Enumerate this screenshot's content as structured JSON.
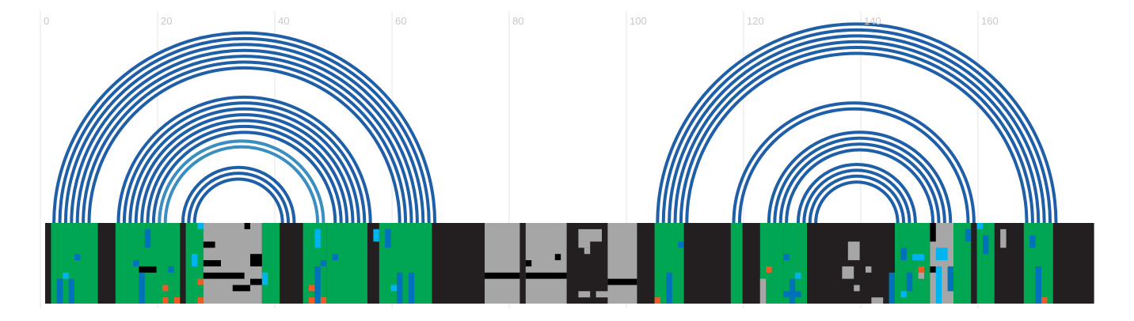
{
  "chart_data": {
    "type": "arc-diagram",
    "title": "",
    "xlabel": "",
    "ylabel": "",
    "xlim": [
      0,
      179
    ],
    "x_ticks": [
      0,
      20,
      40,
      60,
      80,
      100,
      120,
      140,
      160
    ],
    "x_tick_labels": [
      "0",
      "20",
      "40",
      "60",
      "80",
      "100",
      "120",
      "140",
      "160"
    ],
    "grid": true,
    "colors": {
      "arc_primary": "#1f5fa8",
      "arc_secondary": "#3a8fc0",
      "track_black": "#231f20",
      "green": "#00a651",
      "gray": "#a6a6a6",
      "blue": "#0072bc",
      "cyan": "#00b4f0",
      "orange": "#f15a24"
    },
    "arcs": [
      {
        "start": 1,
        "end": 66,
        "series": "primary"
      },
      {
        "start": 2,
        "end": 65,
        "series": "primary"
      },
      {
        "start": 3,
        "end": 64,
        "series": "primary"
      },
      {
        "start": 4,
        "end": 63,
        "series": "primary"
      },
      {
        "start": 5,
        "end": 62,
        "series": "primary"
      },
      {
        "start": 6,
        "end": 61,
        "series": "primary"
      },
      {
        "start": 7,
        "end": 60,
        "series": "primary"
      },
      {
        "start": 12,
        "end": 55,
        "series": "primary"
      },
      {
        "start": 13,
        "end": 54,
        "series": "primary"
      },
      {
        "start": 14,
        "end": 53,
        "series": "primary"
      },
      {
        "start": 15,
        "end": 52,
        "series": "primary"
      },
      {
        "start": 16,
        "end": 51,
        "series": "primary"
      },
      {
        "start": 17,
        "end": 50,
        "series": "primary"
      },
      {
        "start": 18,
        "end": 49,
        "series": "primary"
      },
      {
        "start": 19,
        "end": 47,
        "series": "secondary"
      },
      {
        "start": 20,
        "end": 46,
        "series": "secondary"
      },
      {
        "start": 23,
        "end": 42,
        "series": "primary"
      },
      {
        "start": 24,
        "end": 41,
        "series": "primary"
      },
      {
        "start": 25,
        "end": 40,
        "series": "primary"
      },
      {
        "start": 104,
        "end": 172,
        "series": "primary"
      },
      {
        "start": 105,
        "end": 171,
        "series": "primary"
      },
      {
        "start": 106,
        "end": 170,
        "series": "primary"
      },
      {
        "start": 107,
        "end": 169,
        "series": "primary"
      },
      {
        "start": 108,
        "end": 168,
        "series": "primary"
      },
      {
        "start": 109,
        "end": 167,
        "series": "primary"
      },
      {
        "start": 117,
        "end": 158,
        "series": "primary"
      },
      {
        "start": 118,
        "end": 157,
        "series": "primary"
      },
      {
        "start": 123,
        "end": 154,
        "series": "primary"
      },
      {
        "start": 124,
        "end": 153,
        "series": "primary"
      },
      {
        "start": 125,
        "end": 152,
        "series": "primary"
      },
      {
        "start": 126,
        "end": 151,
        "series": "primary"
      },
      {
        "start": 128,
        "end": 148,
        "series": "primary"
      },
      {
        "start": 129,
        "end": 147,
        "series": "primary"
      },
      {
        "start": 130,
        "end": 146,
        "series": "primary"
      },
      {
        "start": 131,
        "end": 145,
        "series": "primary"
      }
    ],
    "track_columns": [
      {
        "start": 1,
        "end": 9,
        "color": "green"
      },
      {
        "start": 12,
        "end": 23,
        "color": "green"
      },
      {
        "start": 24,
        "end": 27,
        "color": "green"
      },
      {
        "start": 27,
        "end": 37,
        "color": "gray"
      },
      {
        "start": 37,
        "end": 40,
        "color": "green"
      },
      {
        "start": 44,
        "end": 48,
        "color": "green"
      },
      {
        "start": 48,
        "end": 55,
        "color": "green"
      },
      {
        "start": 57,
        "end": 66,
        "color": "green"
      },
      {
        "start": 75,
        "end": 81,
        "color": "gray"
      },
      {
        "start": 82,
        "end": 89,
        "color": "gray"
      },
      {
        "start": 96,
        "end": 101,
        "color": "gray"
      },
      {
        "start": 104,
        "end": 109,
        "color": "green"
      },
      {
        "start": 117,
        "end": 119,
        "color": "green"
      },
      {
        "start": 122,
        "end": 126,
        "color": "green"
      },
      {
        "start": 126,
        "end": 130,
        "color": "green"
      },
      {
        "start": 145,
        "end": 151,
        "color": "green"
      },
      {
        "start": 151,
        "end": 155,
        "color": "gray"
      },
      {
        "start": 155,
        "end": 158,
        "color": "green"
      },
      {
        "start": 159,
        "end": 162,
        "color": "green"
      },
      {
        "start": 167,
        "end": 172,
        "color": "green"
      }
    ],
    "track_cells": [
      {
        "x": 5,
        "y": 5,
        "w": 1,
        "h": 1,
        "color": "blue"
      },
      {
        "x": 3,
        "y": 8,
        "w": 1,
        "h": 1,
        "color": "cyan"
      },
      {
        "x": 2,
        "y": 9,
        "w": 1,
        "h": 4,
        "color": "blue"
      },
      {
        "x": 4,
        "y": 9,
        "w": 1,
        "h": 4,
        "color": "blue"
      },
      {
        "x": 17,
        "y": 1,
        "w": 1,
        "h": 3,
        "color": "blue"
      },
      {
        "x": 15,
        "y": 6,
        "w": 1,
        "h": 1,
        "color": "blue"
      },
      {
        "x": 16,
        "y": 7,
        "w": 3,
        "h": 1,
        "color": "black"
      },
      {
        "x": 16,
        "y": 8,
        "w": 1,
        "h": 5,
        "color": "blue"
      },
      {
        "x": 21,
        "y": 7,
        "w": 1,
        "h": 1,
        "color": "blue"
      },
      {
        "x": 20,
        "y": 10,
        "w": 1,
        "h": 1,
        "color": "orange"
      },
      {
        "x": 20,
        "y": 12,
        "w": 1,
        "h": 1,
        "color": "orange"
      },
      {
        "x": 22,
        "y": 12,
        "w": 1,
        "h": 1,
        "color": "orange"
      },
      {
        "x": 26,
        "y": 0,
        "w": 1,
        "h": 1,
        "color": "cyan"
      },
      {
        "x": 25,
        "y": 5,
        "w": 1,
        "h": 2,
        "color": "cyan"
      },
      {
        "x": 26,
        "y": 9,
        "w": 1,
        "h": 1,
        "color": "orange"
      },
      {
        "x": 26,
        "y": 12,
        "w": 1,
        "h": 1,
        "color": "orange"
      },
      {
        "x": 27,
        "y": 3,
        "w": 2,
        "h": 1,
        "color": "black"
      },
      {
        "x": 27,
        "y": 6,
        "w": 3,
        "h": 1,
        "color": "black"
      },
      {
        "x": 27,
        "y": 8,
        "w": 7,
        "h": 1,
        "color": "black"
      },
      {
        "x": 32,
        "y": 10,
        "w": 3,
        "h": 1,
        "color": "black"
      },
      {
        "x": 35,
        "y": 5,
        "w": 2,
        "h": 2,
        "color": "black"
      },
      {
        "x": 34,
        "y": 0,
        "w": 1,
        "h": 1,
        "color": "black"
      },
      {
        "x": 35,
        "y": 9,
        "w": 2,
        "h": 1,
        "color": "black"
      },
      {
        "x": 37,
        "y": 8,
        "w": 1,
        "h": 2,
        "color": "cyan"
      },
      {
        "x": 46,
        "y": 1,
        "w": 1,
        "h": 3,
        "color": "cyan"
      },
      {
        "x": 47,
        "y": 6,
        "w": 1,
        "h": 1,
        "color": "blue"
      },
      {
        "x": 46,
        "y": 7,
        "w": 1,
        "h": 6,
        "color": "blue"
      },
      {
        "x": 49,
        "y": 5,
        "w": 1,
        "h": 1,
        "color": "blue"
      },
      {
        "x": 45,
        "y": 10,
        "w": 1,
        "h": 1,
        "color": "orange"
      },
      {
        "x": 45,
        "y": 12,
        "w": 1,
        "h": 1,
        "color": "orange"
      },
      {
        "x": 47,
        "y": 12,
        "w": 1,
        "h": 1,
        "color": "orange"
      },
      {
        "x": 56,
        "y": 1,
        "w": 1,
        "h": 2,
        "color": "cyan"
      },
      {
        "x": 58,
        "y": 1,
        "w": 1,
        "h": 3,
        "color": "blue"
      },
      {
        "x": 60,
        "y": 8,
        "w": 1,
        "h": 5,
        "color": "blue"
      },
      {
        "x": 62,
        "y": 8,
        "w": 1,
        "h": 5,
        "color": "blue"
      },
      {
        "x": 59,
        "y": 10,
        "w": 1,
        "h": 1,
        "color": "cyan"
      },
      {
        "x": 75,
        "y": 8,
        "w": 6,
        "h": 1,
        "color": "black"
      },
      {
        "x": 82,
        "y": 6,
        "w": 1,
        "h": 1,
        "color": "black"
      },
      {
        "x": 87,
        "y": 5,
        "w": 1,
        "h": 1,
        "color": "black"
      },
      {
        "x": 82,
        "y": 8,
        "w": 7,
        "h": 1,
        "color": "black"
      },
      {
        "x": 91,
        "y": 1,
        "w": 4,
        "h": 2,
        "color": "gray"
      },
      {
        "x": 91,
        "y": 3,
        "w": 2,
        "h": 1,
        "color": "gray"
      },
      {
        "x": 92,
        "y": 4,
        "w": 1,
        "h": 1,
        "color": "gray"
      },
      {
        "x": 91,
        "y": 11,
        "w": 2,
        "h": 1,
        "color": "gray"
      },
      {
        "x": 96,
        "y": 9,
        "w": 5,
        "h": 1,
        "color": "black"
      },
      {
        "x": 94,
        "y": 11,
        "w": 6,
        "h": 1,
        "color": "gray"
      },
      {
        "x": 108,
        "y": 3,
        "w": 1,
        "h": 1,
        "color": "blue"
      },
      {
        "x": 106,
        "y": 8,
        "w": 1,
        "h": 5,
        "color": "blue"
      },
      {
        "x": 104,
        "y": 12,
        "w": 1,
        "h": 1,
        "color": "orange"
      },
      {
        "x": 123,
        "y": 7,
        "w": 1,
        "h": 1,
        "color": "orange"
      },
      {
        "x": 122,
        "y": 9,
        "w": 1,
        "h": 4,
        "color": "gray"
      },
      {
        "x": 126,
        "y": 5,
        "w": 1,
        "h": 1,
        "color": "blue"
      },
      {
        "x": 127,
        "y": 9,
        "w": 1,
        "h": 4,
        "color": "blue"
      },
      {
        "x": 126,
        "y": 11,
        "w": 3,
        "h": 1,
        "color": "blue"
      },
      {
        "x": 128,
        "y": 8,
        "w": 1,
        "h": 1,
        "color": "cyan"
      },
      {
        "x": 137,
        "y": 3,
        "w": 2,
        "h": 3,
        "color": "gray"
      },
      {
        "x": 136,
        "y": 7,
        "w": 2,
        "h": 2,
        "color": "gray"
      },
      {
        "x": 140,
        "y": 7,
        "w": 1,
        "h": 1,
        "color": "gray"
      },
      {
        "x": 138,
        "y": 10,
        "w": 1,
        "h": 1,
        "color": "gray"
      },
      {
        "x": 141,
        "y": 12,
        "w": 2,
        "h": 1,
        "color": "gray"
      },
      {
        "x": 146,
        "y": 4,
        "w": 1,
        "h": 2,
        "color": "blue"
      },
      {
        "x": 144,
        "y": 8,
        "w": 1,
        "h": 5,
        "color": "blue"
      },
      {
        "x": 147,
        "y": 8,
        "w": 1,
        "h": 3,
        "color": "blue"
      },
      {
        "x": 146,
        "y": 11,
        "w": 1,
        "h": 1,
        "color": "cyan"
      },
      {
        "x": 148,
        "y": 5,
        "w": 2,
        "h": 1,
        "color": "cyan"
      },
      {
        "x": 149,
        "y": 7,
        "w": 1,
        "h": 1,
        "color": "orange"
      },
      {
        "x": 149,
        "y": 8,
        "w": 1,
        "h": 1,
        "color": "gray"
      },
      {
        "x": 152,
        "y": 4,
        "w": 2,
        "h": 2,
        "color": "cyan"
      },
      {
        "x": 151,
        "y": 7,
        "w": 1,
        "h": 1,
        "color": "black"
      },
      {
        "x": 152,
        "y": 7,
        "w": 1,
        "h": 6,
        "color": "cyan"
      },
      {
        "x": 154,
        "y": 7,
        "w": 1,
        "h": 4,
        "color": "blue"
      },
      {
        "x": 151,
        "y": 0,
        "w": 1,
        "h": 3,
        "color": "black"
      },
      {
        "x": 157,
        "y": 1,
        "w": 1,
        "h": 2,
        "color": "blue"
      },
      {
        "x": 160,
        "y": 2,
        "w": 1,
        "h": 3,
        "color": "blue"
      },
      {
        "x": 163,
        "y": 1,
        "w": 1,
        "h": 3,
        "color": "gray"
      },
      {
        "x": 159,
        "y": 0,
        "w": 1,
        "h": 1,
        "color": "cyan"
      },
      {
        "x": 168,
        "y": 2,
        "w": 1,
        "h": 2,
        "color": "blue"
      },
      {
        "x": 169,
        "y": 7,
        "w": 1,
        "h": 6,
        "color": "blue"
      },
      {
        "x": 170,
        "y": 12,
        "w": 1,
        "h": 1,
        "color": "orange"
      }
    ]
  }
}
